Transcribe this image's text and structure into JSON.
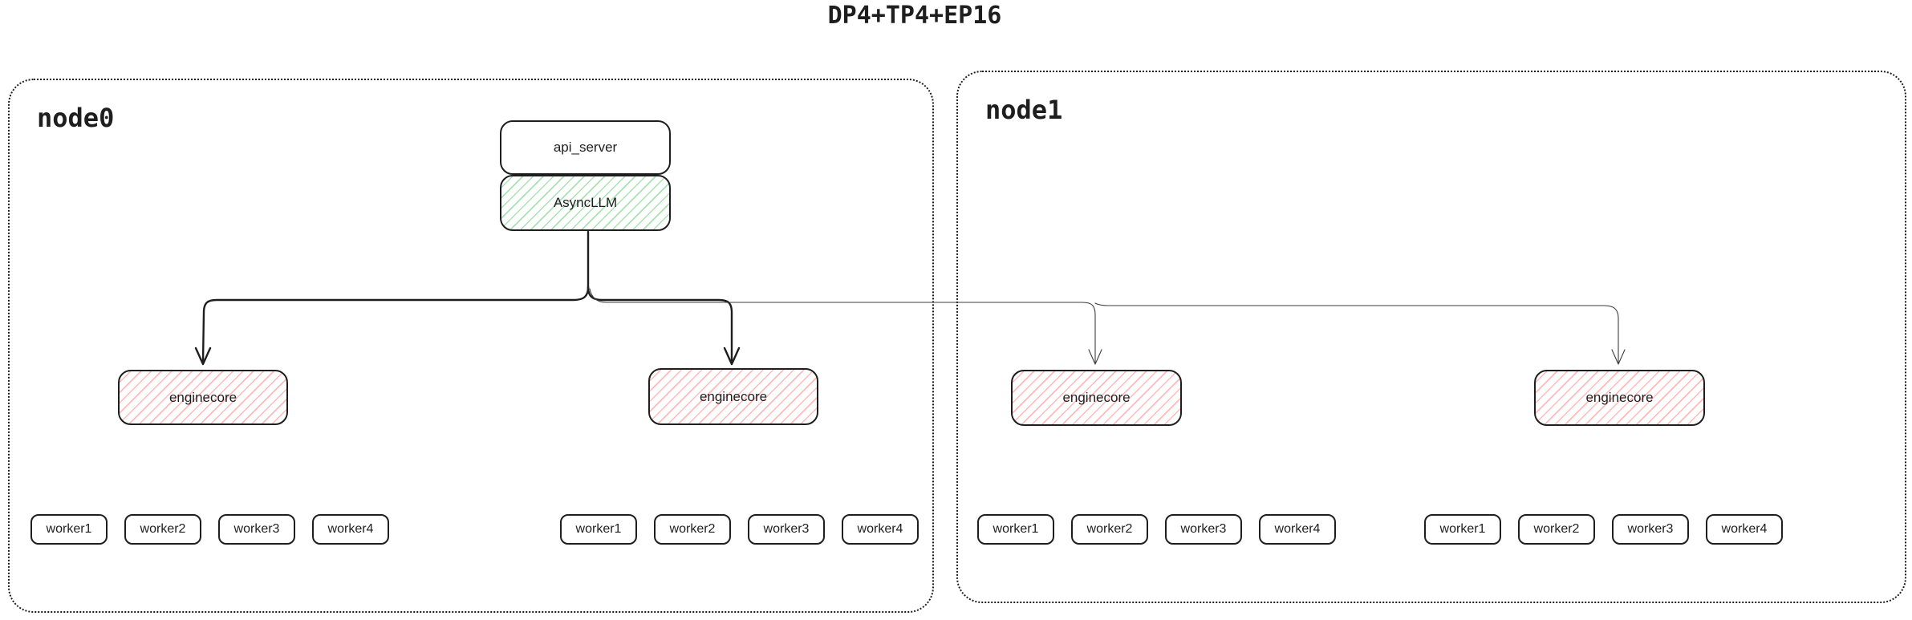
{
  "title": "DP4+TP4+EP16",
  "node0_label": "node0",
  "node1_label": "node1",
  "api_server_label": "api_server",
  "async_llm_label": "AsyncLLM",
  "engines": [
    {
      "label": "enginecore",
      "workers": [
        "worker1",
        "worker2",
        "worker3",
        "worker4"
      ]
    },
    {
      "label": "enginecore",
      "workers": [
        "worker1",
        "worker2",
        "worker3",
        "worker4"
      ]
    },
    {
      "label": "enginecore",
      "workers": [
        "worker1",
        "worker2",
        "worker3",
        "worker4"
      ]
    },
    {
      "label": "enginecore",
      "workers": [
        "worker1",
        "worker2",
        "worker3",
        "worker4"
      ]
    }
  ],
  "colors": {
    "stroke": "#1e1e1e",
    "thin_arrow": "#3d3d3d",
    "green_hatch": "#40c057",
    "red_hatch": "#ff8787"
  }
}
